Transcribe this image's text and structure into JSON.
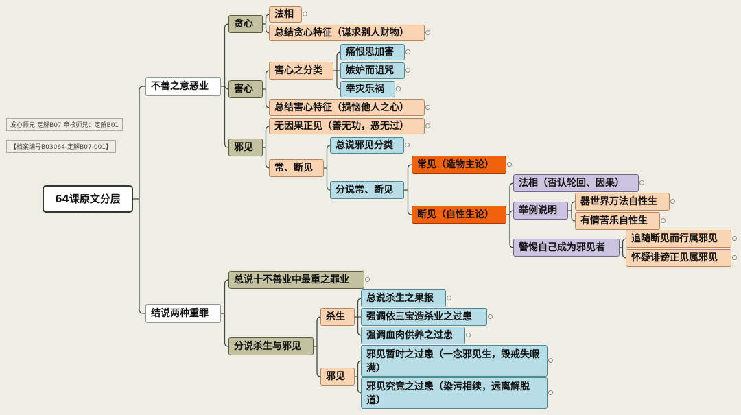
{
  "notes": {
    "reviewers": "发心师兄:定解B07 审核师兄：定解B01",
    "archive": "【档案编号B03064-定解B07-001】"
  },
  "nodes": {
    "root": "64课原文分层",
    "a": "不善之意恶业",
    "a1": "贪心",
    "a1a": "法相",
    "a1b": "总结贪心特征（谋求别人财物）",
    "a2": "害心",
    "a2a": "害心之分类",
    "a2a1": "痛恨思加害",
    "a2a2": "嫉妒而诅咒",
    "a2a3": "幸灾乐祸",
    "a2b": "总结害心特征（损恼他人之心）",
    "a3": "邪见",
    "a3a": "无因果正见（善无功，恶无过）",
    "a3b": "常、断见",
    "a3b1": "总说邪见分类",
    "a3b2": "分说常、断见",
    "a3b2a": "常见（造物主论）",
    "a3b2b": "断见（自性生论）",
    "d1": "法相（否认轮回、因果）",
    "d2": "举例说明",
    "d2a": "器世界万法自性生",
    "d2b": "有情苦乐自性生",
    "d3": "警惕自己成为邪见者",
    "d3a": "追随断见而行属邪见",
    "d3b": "怀疑诽谤正见属邪见",
    "b": "结说两种重罪",
    "b1": "总说十不善业中最重之罪业",
    "b2": "分说杀生与邪见",
    "b2a": "杀生",
    "b2a1": "总说杀生之果报",
    "b2a2": "强调依三宝造杀业之过患",
    "b2a3": "强调血肉供养之过患",
    "b2b": "邪见",
    "b2b1": "邪见暂时之过患（一念邪见生，毁戒失暇满）",
    "b2b2": "邪见究竟之过患（染污相续，远离解脱道）"
  }
}
